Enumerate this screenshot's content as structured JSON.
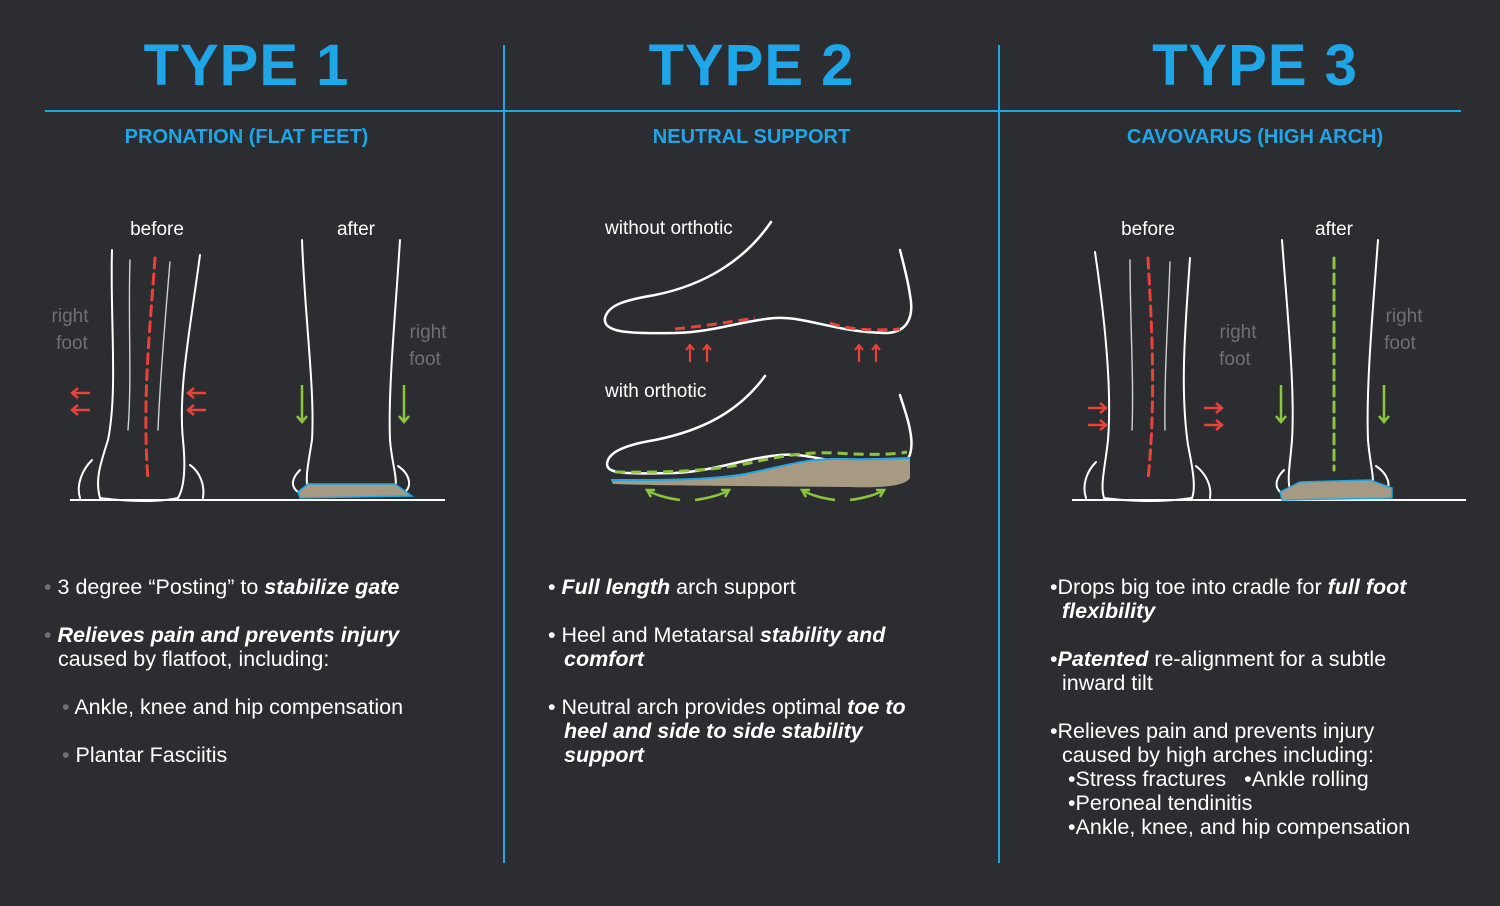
{
  "columns": [
    {
      "title": "TYPE 1",
      "subtitle": "PRONATION (FLAT FEET)",
      "labels": {
        "before": "before",
        "after": "after",
        "right": "right",
        "foot": "foot"
      },
      "bullets": [
        {
          "pre": "3 degree “Posting” to ",
          "em": "stabilize gate",
          "post": ""
        },
        {
          "em": "Relieves pain and prevents injury",
          "post_line": "caused by flatfoot, including:"
        }
      ],
      "sub_bullets": [
        "Ankle, knee and hip compensation",
        "Plantar Fasciitis"
      ]
    },
    {
      "title": "TYPE 2",
      "subtitle": "NEUTRAL SUPPORT",
      "labels": {
        "without": "without orthotic",
        "with": "with orthotic"
      },
      "bullets": [
        {
          "em": "Full length",
          "post": " arch support"
        },
        {
          "pre": "Heel and Metatarsal ",
          "em1": "stability and",
          "em2": "comfort"
        },
        {
          "pre": "Neutral arch provides optimal ",
          "em1": "toe to",
          "em2": "heel and side to side stability",
          "em3": "support"
        }
      ]
    },
    {
      "title": "TYPE 3",
      "subtitle": "CAVOVARUS (HIGH ARCH)",
      "labels": {
        "before": "before",
        "after": "after",
        "right": "right",
        "foot": "foot"
      },
      "bullets": [
        {
          "pre": "Drops big toe into cradle for ",
          "em1": "full foot",
          "em2": "flexibility"
        },
        {
          "em": "Patented",
          "post": " re-alignment for a subtle",
          "post_line": "inward tilt"
        },
        {
          "line1": "Relieves pain and prevents injury",
          "line2": "caused by high arches including:"
        }
      ],
      "sub_bullets": [
        "Stress fractures",
        "Ankle rolling",
        "Peroneal tendinitis",
        "Ankle, knee, and hip compensation"
      ]
    }
  ],
  "colors": {
    "accent": "#1ea6e8",
    "background": "#2b2d30",
    "red_arrow": "#e8423c",
    "green_arrow": "#8cc63f",
    "muted_label": "#6e7174"
  }
}
